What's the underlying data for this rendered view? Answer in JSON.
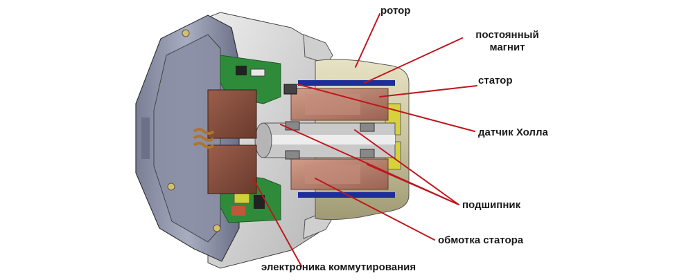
{
  "labels": {
    "rotor": "ротор",
    "magnet_line1": "постоянный",
    "magnet_line2": "магнит",
    "stator": "статор",
    "hall_sensor": "датчик Холла",
    "bearing": "подшипник",
    "stator_winding": "обмотка статора",
    "commutation_electronics": "электроника коммутирования"
  },
  "colors": {
    "leader_line": "#c0161c",
    "housing": "#9095a8",
    "outer_ring": "#d2d2d2",
    "magnet": "#1f2d9c",
    "stator_copper": "#b98272",
    "pcb": "#2e8b3a",
    "gear_yellow": "#d7d23c",
    "label_text": "#1a1a1a"
  }
}
